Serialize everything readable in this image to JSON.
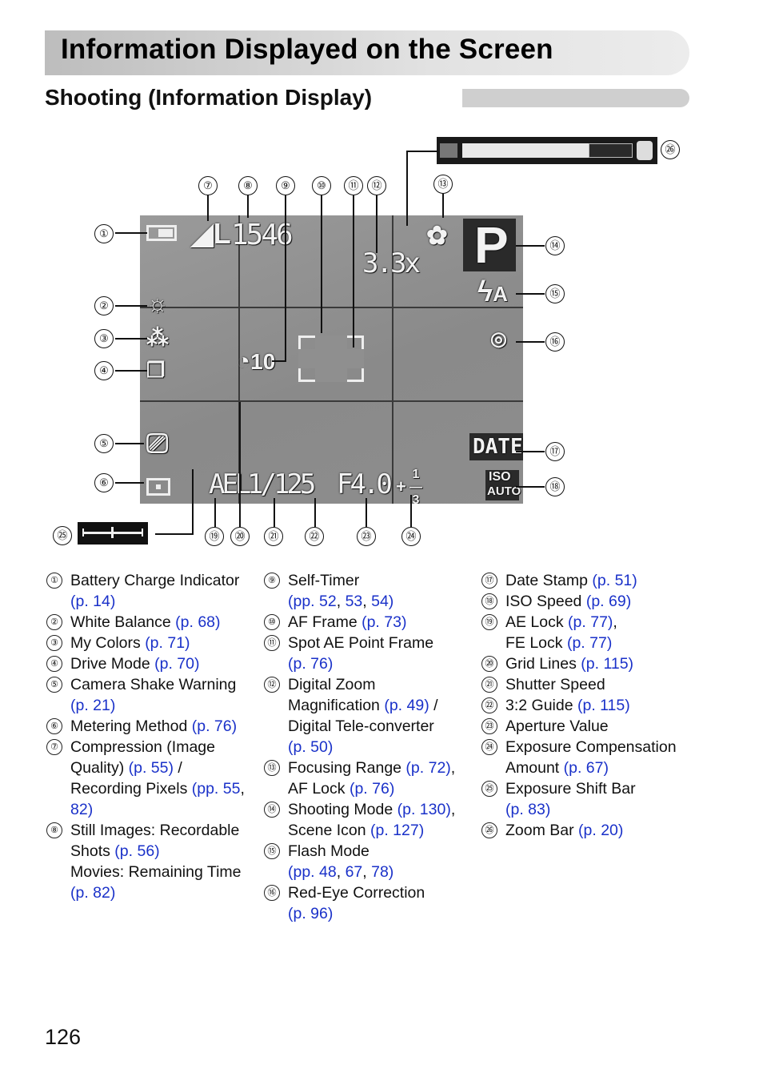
{
  "header": {
    "title": "Information Displayed on the Screen",
    "subtitle": "Shooting (Information Display)"
  },
  "screen": {
    "frames_remaining": "1546",
    "quality_label": "L",
    "zoom_mag": "3.3x",
    "mode": "P",
    "flash": "A",
    "self_timer": "10",
    "ael": "AEL",
    "shutter": "1/125",
    "aperture": "F4.0",
    "exp_comp_sign": "+",
    "exp_comp_num": "1",
    "exp_comp_den": "3",
    "date": "DATE",
    "iso_top": "ISO",
    "iso_bottom": "AUTO"
  },
  "callouts": [
    "①",
    "②",
    "③",
    "④",
    "⑤",
    "⑥",
    "⑦",
    "⑧",
    "⑨",
    "⑩",
    "⑪",
    "⑫",
    "⑬",
    "⑭",
    "⑮",
    "⑯",
    "⑰",
    "⑱",
    "⑲",
    "⑳",
    "㉑",
    "㉒",
    "㉓",
    "㉔",
    "㉕",
    "㉖"
  ],
  "legend_col1": [
    {
      "n": "①",
      "lines": [
        [
          "Battery Charge Indicator",
          ""
        ],
        [
          "",
          "(p. 14)"
        ]
      ]
    },
    {
      "n": "②",
      "lines": [
        [
          "White Balance ",
          "(p. 68)"
        ]
      ]
    },
    {
      "n": "③",
      "lines": [
        [
          "My Colors ",
          "(p. 71)"
        ]
      ]
    },
    {
      "n": "④",
      "lines": [
        [
          "Drive Mode ",
          "(p. 70)"
        ]
      ]
    },
    {
      "n": "⑤",
      "lines": [
        [
          "Camera Shake Warning",
          ""
        ],
        [
          "",
          "(p. 21)"
        ]
      ]
    },
    {
      "n": "⑥",
      "lines": [
        [
          "Metering Method ",
          "(p. 76)"
        ]
      ]
    },
    {
      "n": "⑦",
      "lines": [
        [
          "Compression (Image",
          ""
        ],
        [
          "Quality) ",
          "(p. 55)",
          " /"
        ],
        [
          "Recording Pixels ",
          "(pp. 55",
          ","
        ],
        [
          "",
          "82)"
        ]
      ]
    },
    {
      "n": "⑧",
      "lines": [
        [
          "Still Images: Recordable",
          ""
        ],
        [
          "Shots ",
          "(p. 56)"
        ],
        [
          "Movies: Remaining Time",
          ""
        ],
        [
          "",
          "(p. 82)"
        ]
      ]
    }
  ],
  "legend_col2": [
    {
      "n": "⑨",
      "lines": [
        [
          "Self-Timer",
          ""
        ],
        [
          "",
          "(pp. 52",
          ", ",
          "53",
          ", ",
          "54)"
        ]
      ]
    },
    {
      "n": "⑩",
      "lines": [
        [
          "AF Frame ",
          "(p. 73)"
        ]
      ]
    },
    {
      "n": "⑪",
      "lines": [
        [
          "Spot AE Point Frame",
          ""
        ],
        [
          "",
          "(p. 76)"
        ]
      ]
    },
    {
      "n": "⑫",
      "lines": [
        [
          "Digital Zoom",
          ""
        ],
        [
          "Magnification ",
          "(p. 49)",
          " /"
        ],
        [
          "Digital Tele-converter",
          ""
        ],
        [
          "",
          "(p. 50)"
        ]
      ]
    },
    {
      "n": "⑬",
      "lines": [
        [
          "Focusing Range ",
          "(p. 72)",
          ","
        ],
        [
          "AF Lock ",
          "(p. 76)"
        ]
      ]
    },
    {
      "n": "⑭",
      "lines": [
        [
          "Shooting Mode ",
          "(p. 130)",
          ","
        ],
        [
          "Scene Icon ",
          "(p. 127)"
        ]
      ]
    },
    {
      "n": "⑮",
      "lines": [
        [
          "Flash Mode",
          ""
        ],
        [
          "",
          "(pp. 48",
          ", ",
          "67",
          ", ",
          "78)"
        ]
      ]
    },
    {
      "n": "⑯",
      "lines": [
        [
          "Red-Eye Correction",
          ""
        ],
        [
          "",
          "(p. 96)"
        ]
      ]
    }
  ],
  "legend_col3": [
    {
      "n": "⑰",
      "lines": [
        [
          "Date Stamp ",
          "(p. 51)"
        ]
      ]
    },
    {
      "n": "⑱",
      "lines": [
        [
          "ISO Speed ",
          "(p. 69)"
        ]
      ]
    },
    {
      "n": "⑲",
      "lines": [
        [
          "AE Lock ",
          "(p. 77)",
          ","
        ],
        [
          "FE Lock ",
          "(p. 77)"
        ]
      ]
    },
    {
      "n": "⑳",
      "lines": [
        [
          "Grid Lines ",
          "(p. 115)"
        ]
      ]
    },
    {
      "n": "㉑",
      "lines": [
        [
          "Shutter Speed",
          ""
        ]
      ]
    },
    {
      "n": "㉒",
      "lines": [
        [
          "3:2 Guide ",
          "(p. 115)"
        ]
      ]
    },
    {
      "n": "㉓",
      "lines": [
        [
          "Aperture Value",
          ""
        ]
      ]
    },
    {
      "n": "㉔",
      "lines": [
        [
          "Exposure Compensation",
          ""
        ],
        [
          "Amount ",
          "(p. 67)"
        ]
      ]
    },
    {
      "n": "㉕",
      "lines": [
        [
          "Exposure Shift Bar",
          ""
        ],
        [
          "",
          "(p. 83)"
        ]
      ]
    },
    {
      "n": "㉖",
      "lines": [
        [
          "Zoom Bar ",
          "(p. 20)"
        ]
      ]
    }
  ],
  "page_number": "126",
  "colors": {
    "link": "#1a31c9",
    "screen_bg": "#8f8f8f",
    "title_bar": "#d4d4d4"
  }
}
